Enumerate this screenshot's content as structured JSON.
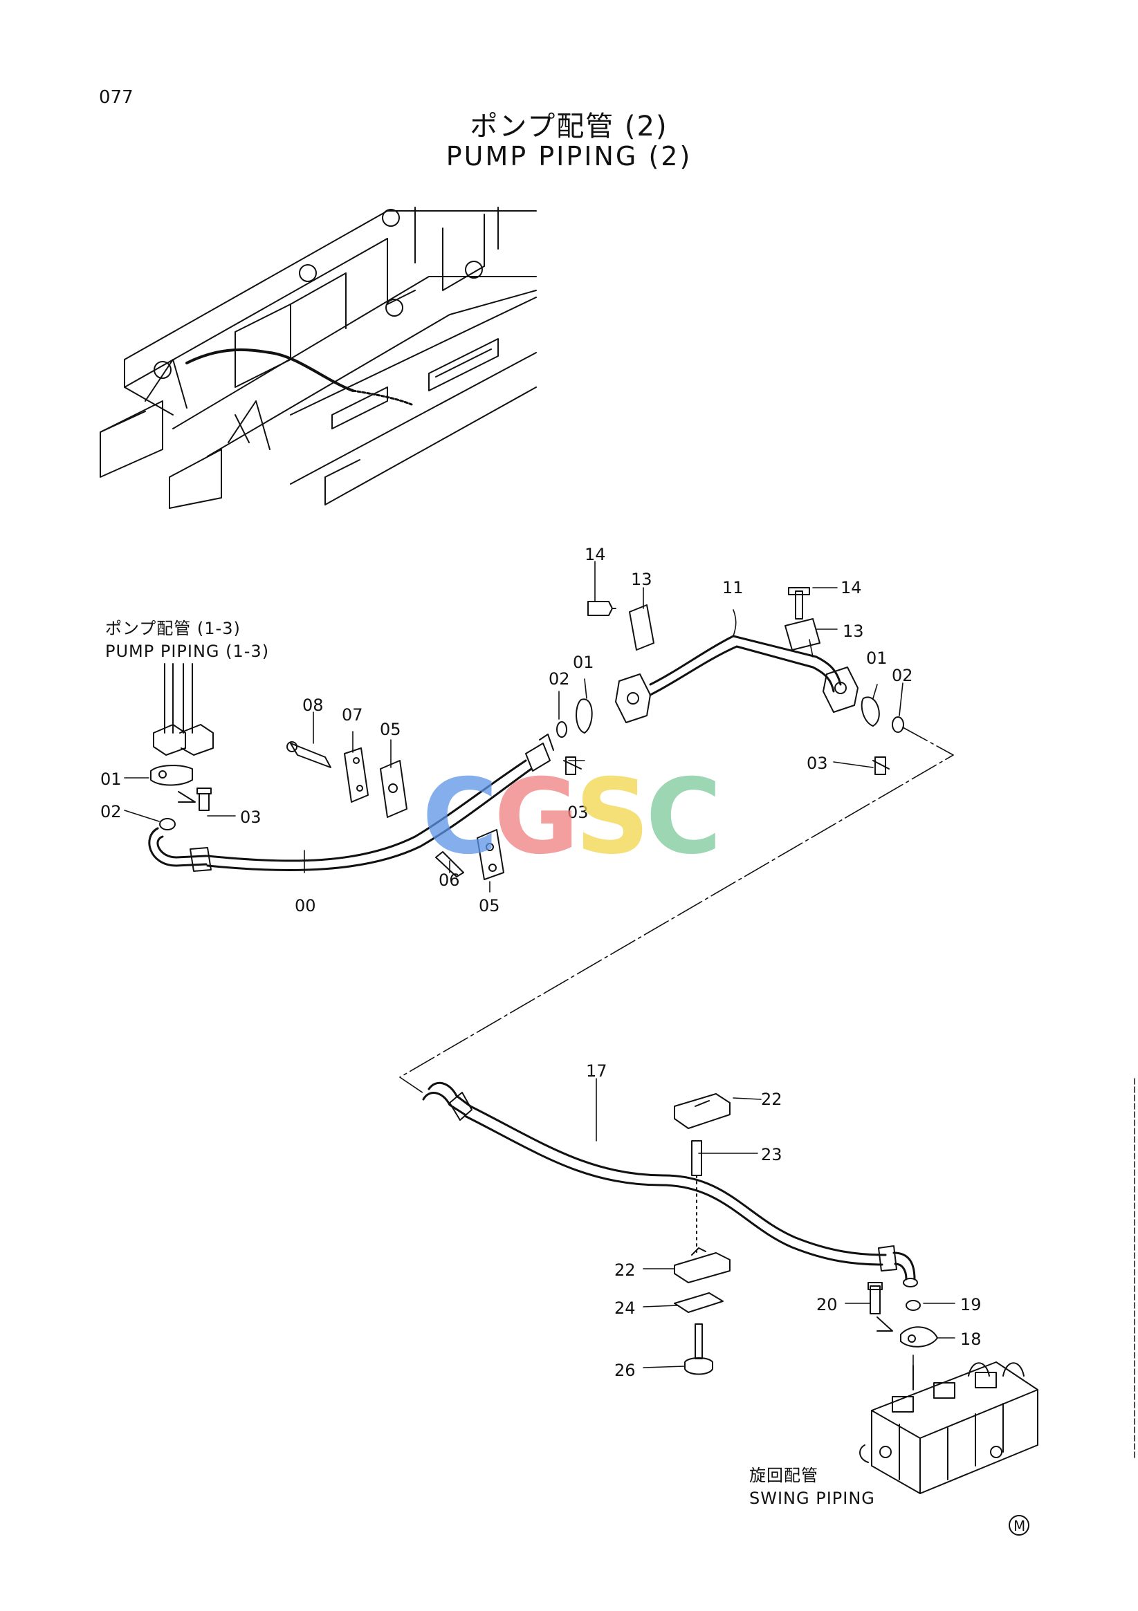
{
  "page_number": "077",
  "title_jp": "ポンプ配管 (2)",
  "title_en": "PUMP PIPING (2)",
  "ref_pump_jp": "ポンプ配管 (1-3)",
  "ref_pump_en": "PUMP PIPING (1-3)",
  "ref_swing_jp": "旋回配管",
  "ref_swing_en": "SWING PIPING",
  "mark": "M",
  "watermark": {
    "letters": [
      "C",
      "G",
      "S",
      "C"
    ],
    "colors": [
      "#5b93e6",
      "#f08080",
      "#f2d64b",
      "#7cc99a"
    ]
  },
  "part_labels": {
    "p14a": "14",
    "p13a": "13",
    "p11": "11",
    "p14b": "14",
    "p13b": "13",
    "p01r": "01",
    "p02r": "02",
    "p03r": "03",
    "p02m": "02",
    "p01m": "01",
    "p03m": "03",
    "p08": "08",
    "p07": "07",
    "p05a": "05",
    "p06": "06",
    "p05b": "05",
    "p00": "00",
    "p01l": "01",
    "p02l": "02",
    "p03l": "03",
    "p17": "17",
    "p22a": "22",
    "p23": "23",
    "p22b": "22",
    "p24": "24",
    "p26": "26",
    "p20": "20",
    "p19": "19",
    "p18": "18"
  }
}
